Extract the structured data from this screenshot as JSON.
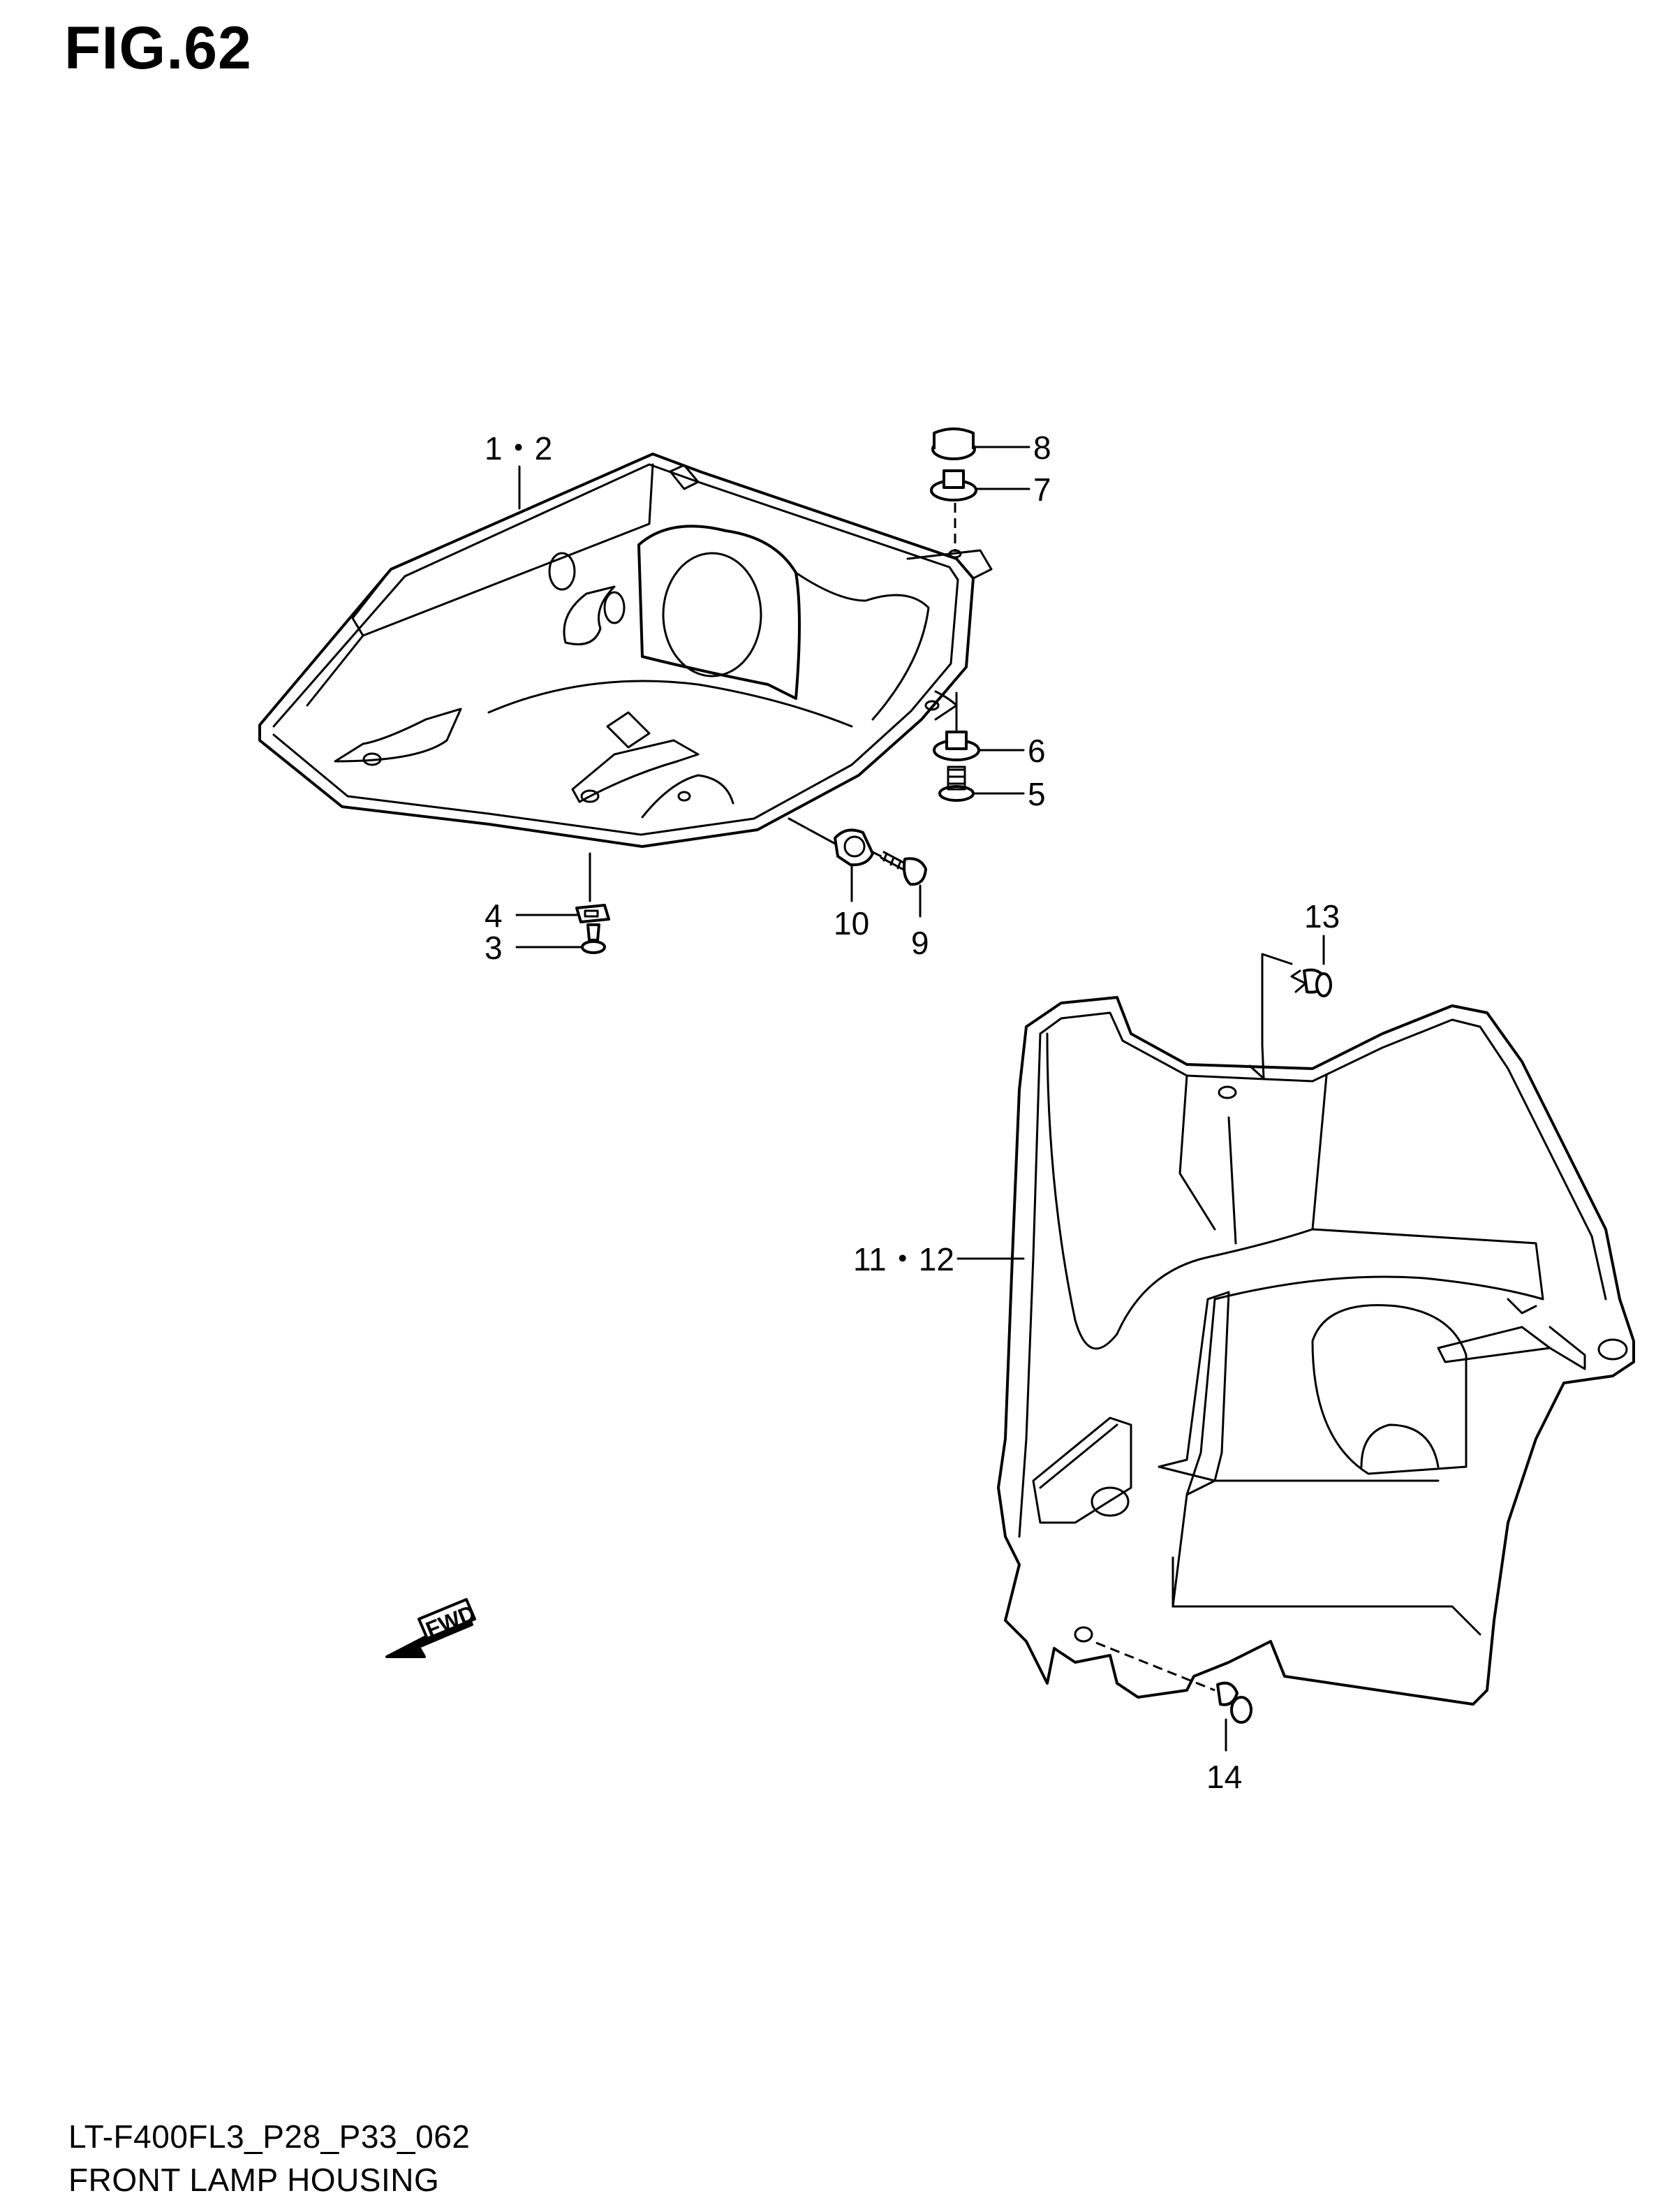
{
  "figure": {
    "title": "FIG.62",
    "code": "LT-F400FL3_P28_P33_062",
    "name": "FRONT LAMP HOUSING"
  },
  "callouts": {
    "c1_2": "1・2",
    "c3": "3",
    "c4": "4",
    "c5": "5",
    "c6": "6",
    "c7": "7",
    "c8": "8",
    "c9": "9",
    "c10": "10",
    "c11_12": "11・12",
    "c13": "13",
    "c14": "14"
  },
  "direction_arrow": {
    "label": "FWD"
  }
}
